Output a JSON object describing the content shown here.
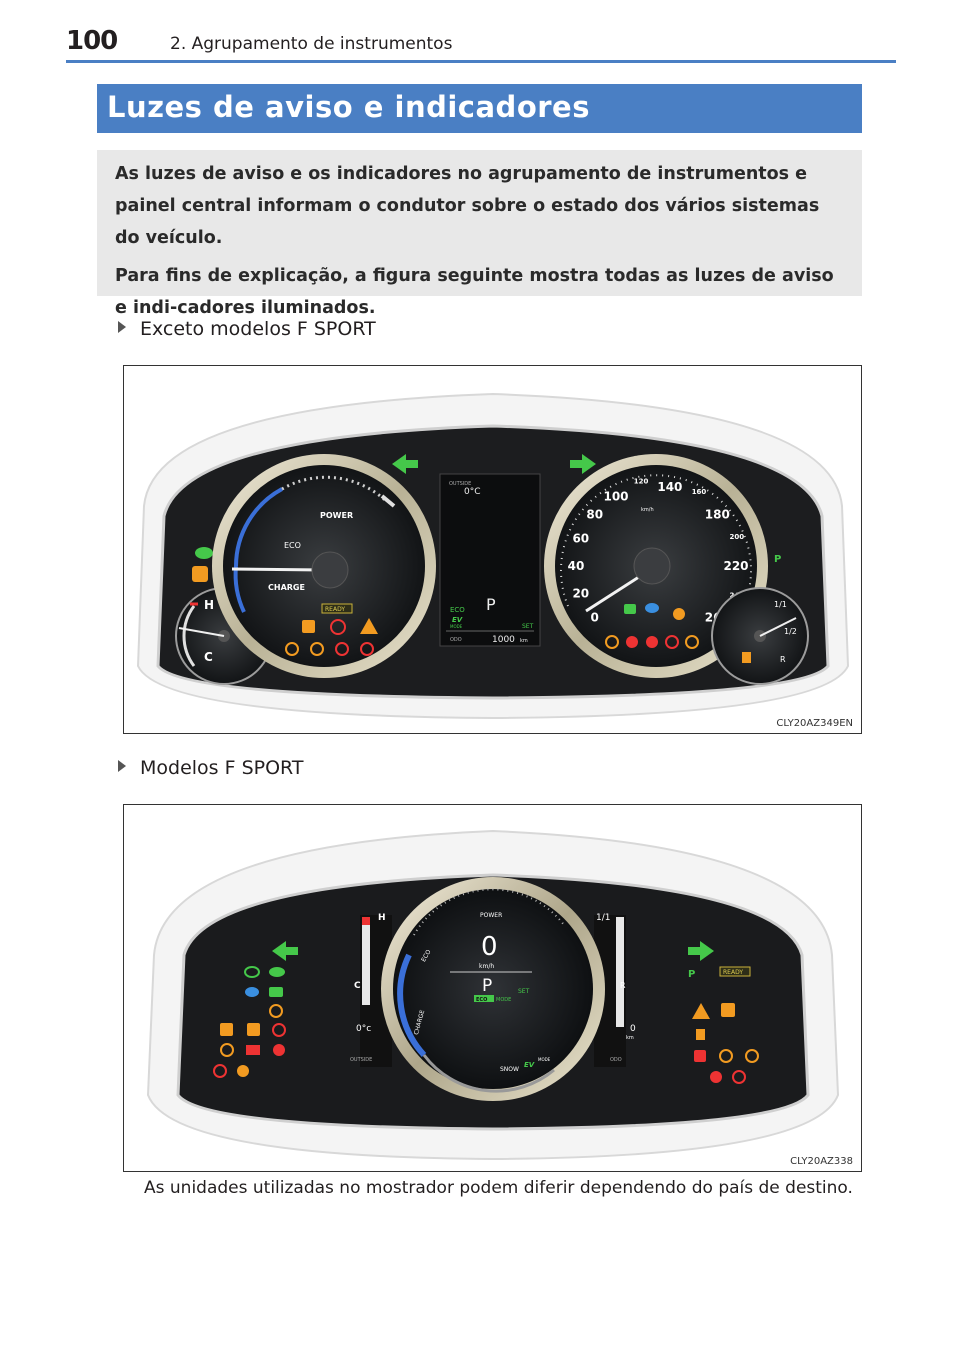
{
  "header": {
    "page_number": "100",
    "chapter_title": "2. Agrupamento de instrumentos"
  },
  "section": {
    "title": "Luzes de aviso e indicadores"
  },
  "intro": {
    "paragraph_1": "As luzes de aviso e os indicadores no agrupamento de instrumentos e painel central informam o condutor sobre o estado dos vários sistemas do veículo.",
    "paragraph_2": "Para fins de explicação, a figura seguinte mostra todas as luzes de aviso e indi-cadores iluminados."
  },
  "figure_1": {
    "caption": "Exceto modelos F SPORT",
    "code": "CLY20AZ349EN",
    "power_gauge": {
      "label_power": "POWER",
      "label_eco": "ECO",
      "label_charge": "CHARGE"
    },
    "temp_gauge": {
      "label_h": "H",
      "label_c": "C"
    },
    "speedometer": {
      "ticks_major": [
        "0",
        "20",
        "40",
        "60",
        "80",
        "100",
        "140",
        "180",
        "220",
        "260"
      ],
      "ticks_minor": [
        "120",
        "160",
        "200",
        "240"
      ],
      "unit": "km/h"
    },
    "fuel_gauge": {
      "label_full": "1/1",
      "label_half": "1/2",
      "label_r": "R"
    },
    "center_display": {
      "outside_label": "OUTSIDE",
      "temp": "0°C",
      "shift": "P",
      "eco_label": "ECO",
      "ev_label": "EV",
      "mode_label": "MODE",
      "set_label": "SET",
      "odo_label": "ODO",
      "odo_value": "1000",
      "odo_unit": "km",
      "ready_label": "READY"
    }
  },
  "figure_2": {
    "caption": "Modelos F SPORT",
    "code": "CLY20AZ338",
    "center_display": {
      "speed": "0",
      "speed_unit": "km/h",
      "shift": "P",
      "eco_label": "ECO",
      "mode_label": "MODE",
      "set_label": "SET",
      "power_label": "POWER",
      "eco_arc": "ECO",
      "charge_arc": "CHARGE",
      "snow_label": "SNOW",
      "ev_label": "EV",
      "mode_arc": "MODE",
      "outside_label": "OUTSIDE",
      "odo_label": "ODO",
      "temp": "0°c",
      "odo_value": "0",
      "odo_unit": "km",
      "label_h": "H",
      "label_c": "C",
      "label_full": "1/1",
      "label_r": "R",
      "ready_label": "READY"
    }
  },
  "footnote": "As unidades utilizadas no mostrador podem diferir dependendo do país de destino."
}
